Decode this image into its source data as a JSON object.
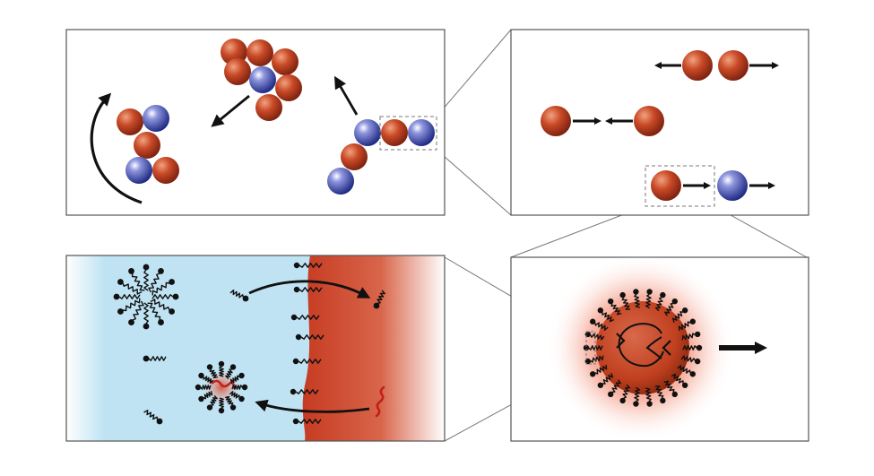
{
  "colors": {
    "red_particle": "#c0401f",
    "blue_particle": "#3a46a8",
    "water": "#bfe3f3",
    "oil": "#c63b22",
    "panel_stroke": "#555555",
    "dashed_box": "#777777",
    "arrow": "#111111"
  },
  "panels": {
    "top_left": {
      "content": "particle-clusters"
    },
    "top_right": {
      "content": "pairwise-interactions"
    },
    "bottom_left": {
      "content": "water-oil-interface"
    },
    "bottom_right": {
      "content": "self-propelled-droplet"
    }
  },
  "icons": [
    "curved-rotation-arrow",
    "motion-arrow",
    "micelle-icon",
    "surfactant-icon",
    "dashed-zoom-box"
  ]
}
